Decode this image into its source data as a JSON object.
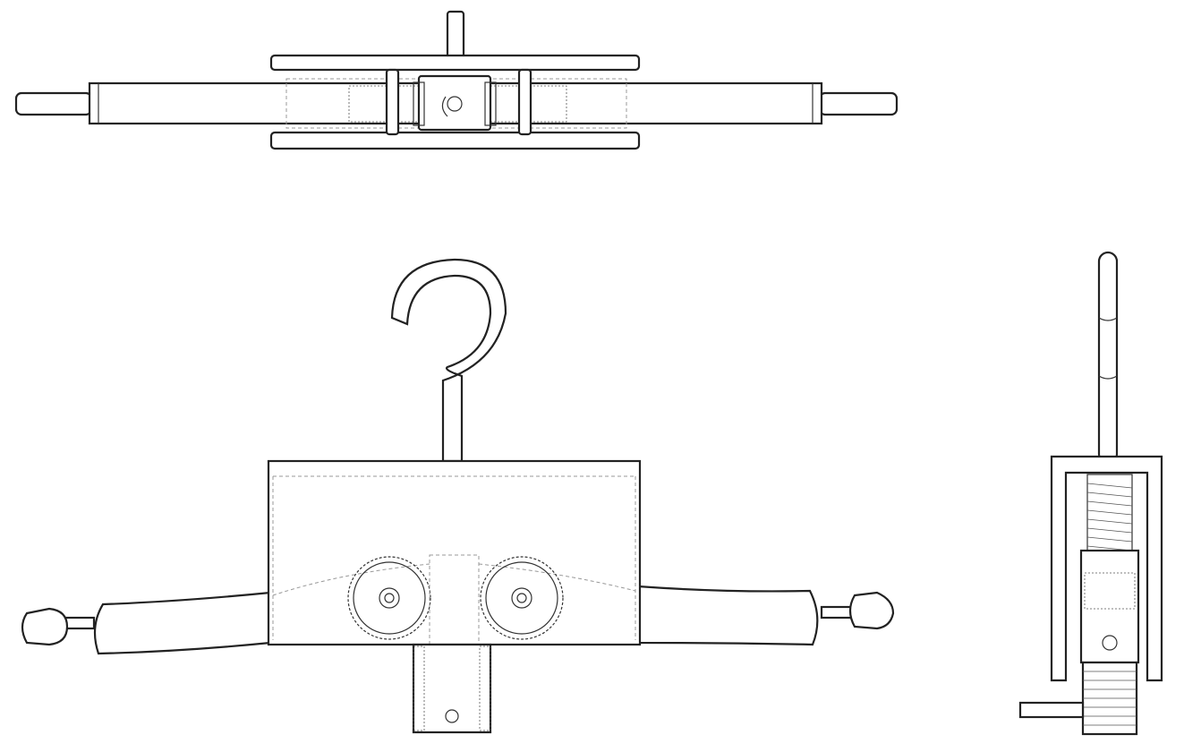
{
  "drawing": {
    "views": [
      "top-view",
      "front-view",
      "side-view"
    ],
    "colors": {
      "line": "#222222",
      "background": "#ffffff",
      "hidden_line": "#999999"
    }
  }
}
